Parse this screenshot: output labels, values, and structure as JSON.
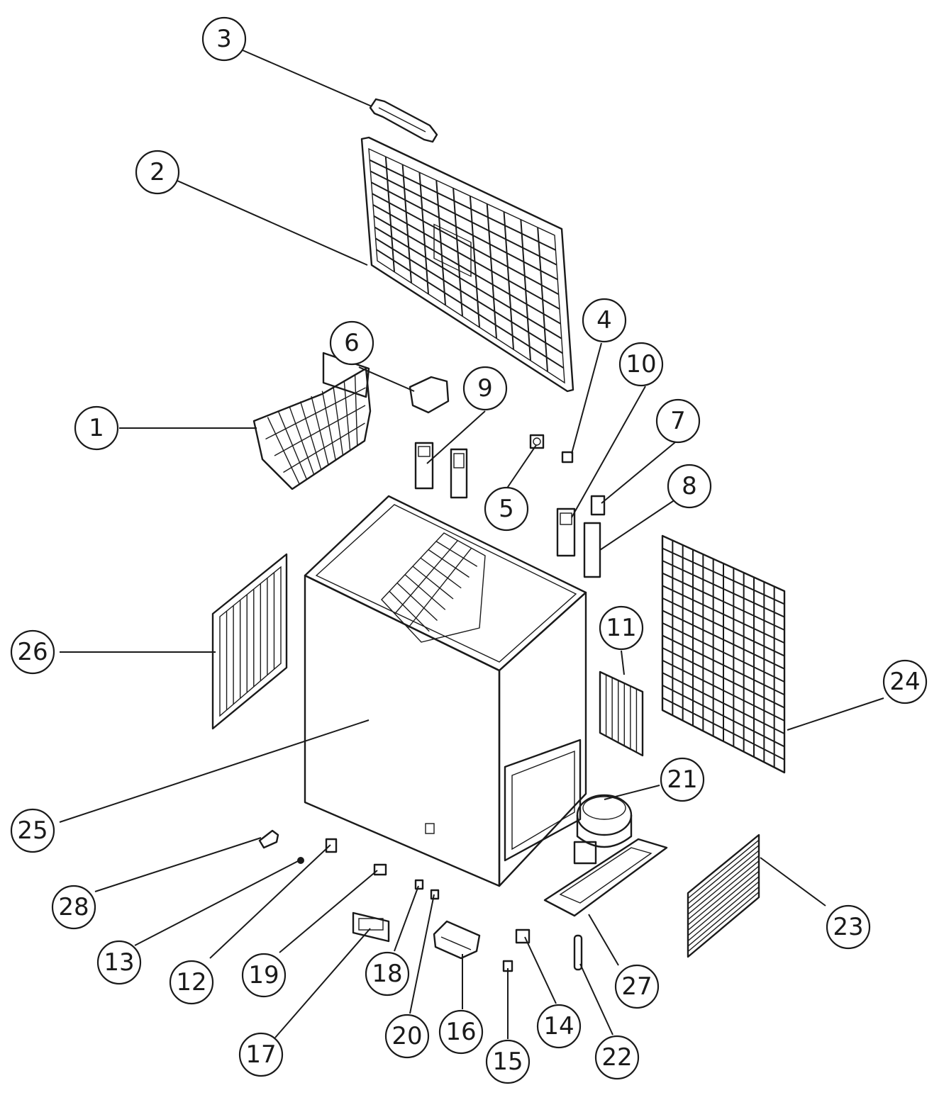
{
  "callouts": [
    {
      "label": "1"
    },
    {
      "label": "2"
    },
    {
      "label": "3"
    },
    {
      "label": "4"
    },
    {
      "label": "5"
    },
    {
      "label": "6"
    },
    {
      "label": "7"
    },
    {
      "label": "8"
    },
    {
      "label": "9"
    },
    {
      "label": "10"
    },
    {
      "label": "11"
    },
    {
      "label": "12"
    },
    {
      "label": "13"
    },
    {
      "label": "14"
    },
    {
      "label": "15"
    },
    {
      "label": "16"
    },
    {
      "label": "17"
    },
    {
      "label": "18"
    },
    {
      "label": "19"
    },
    {
      "label": "20"
    },
    {
      "label": "21"
    },
    {
      "label": "22"
    },
    {
      "label": "23"
    },
    {
      "label": "24"
    },
    {
      "label": "25"
    },
    {
      "label": "26"
    },
    {
      "label": "27"
    },
    {
      "label": "28"
    }
  ]
}
